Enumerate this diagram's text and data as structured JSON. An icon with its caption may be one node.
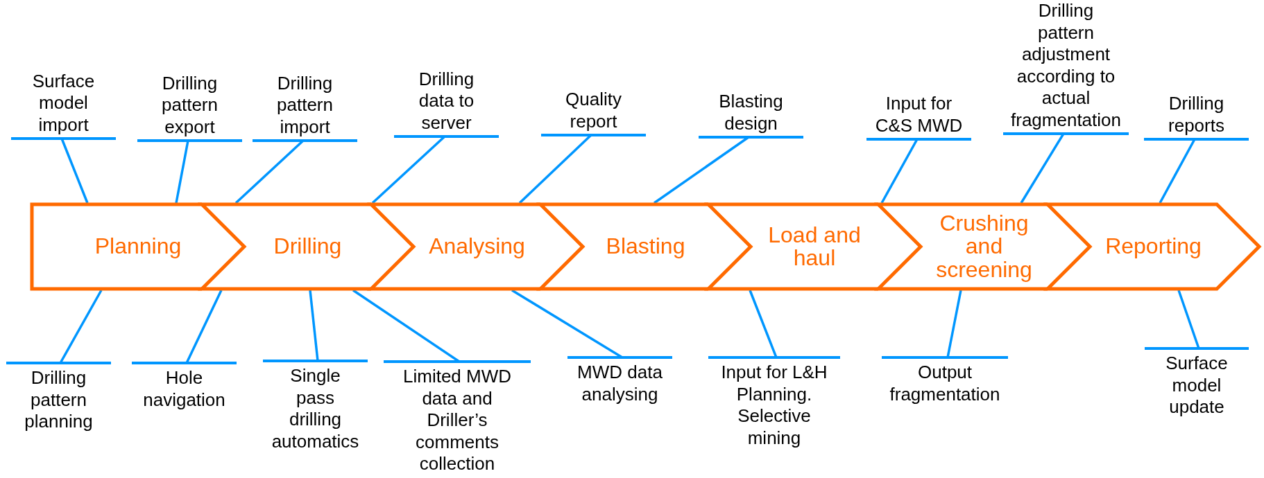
{
  "diagram": {
    "nodes": [
      {
        "text": [
          "Surface model import"
        ]
      },
      {
        "text": [
          "Drilling pattern export"
        ]
      },
      {
        "text": [
          "Drilling pattern import"
        ]
      },
      {
        "text": [
          "Drilling data to server"
        ]
      },
      {
        "text": [
          "Quality report"
        ]
      },
      {
        "text": [
          "Blasting design"
        ]
      },
      {
        "text": [
          "Input for C&S MWD"
        ]
      },
      {
        "text": [
          "Drilling pattern adjustment according to actual fragmentation"
        ]
      },
      {
        "text": [
          "Drilling reports"
        ]
      },
      {
        "text": [
          "Planning"
        ]
      },
      {
        "text": [
          "Drilling"
        ]
      },
      {
        "text": [
          "Analysing"
        ]
      },
      {
        "text": [
          "Blasting"
        ]
      },
      {
        "text": [
          "Load and haul"
        ]
      },
      {
        "text": [
          "Crushing and screening"
        ]
      },
      {
        "text": [
          "Reporting"
        ]
      },
      {
        "text": [
          "Drilling pattern planning"
        ]
      },
      {
        "text": [
          "Hole navigation"
        ]
      },
      {
        "text": [
          "Single pass drilling automatics"
        ]
      },
      {
        "text": [
          "Limited MWD data and Driller’s comments collection"
        ]
      },
      {
        "text": [
          "MWD data analysing"
        ]
      },
      {
        "text": [
          "Input for L&H Planning. Selective mining"
        ]
      },
      {
        "text": [
          "Output fragmentation"
        ]
      },
      {
        "text": [
          "Surface model update"
        ]
      }
    ],
    "edges": [
      {
        "from": 0,
        "to": 9,
        "arrow": "none"
      },
      {
        "from": 1,
        "to": 9,
        "arrow": "none"
      },
      {
        "from": 2,
        "to": 10,
        "arrow": "none"
      },
      {
        "from": 3,
        "to": 11,
        "arrow": "none"
      },
      {
        "from": 4,
        "to": 11,
        "arrow": "none"
      },
      {
        "from": 5,
        "to": 12,
        "arrow": "none"
      },
      {
        "from": 6,
        "to": 14,
        "arrow": "none"
      },
      {
        "from": 7,
        "to": 14,
        "arrow": "none"
      },
      {
        "from": 8,
        "to": 15,
        "arrow": "none"
      },
      {
        "from": 16,
        "to": 9,
        "arrow": "none"
      },
      {
        "from": 17,
        "to": 10,
        "arrow": "none"
      },
      {
        "from": 18,
        "to": 10,
        "arrow": "none"
      },
      {
        "from": 19,
        "to": 10,
        "arrow": "none"
      },
      {
        "from": 20,
        "to": 11,
        "arrow": "none"
      },
      {
        "from": 21,
        "to": 13,
        "arrow": "none"
      },
      {
        "from": 22,
        "to": 14,
        "arrow": "none"
      },
      {
        "from": 23,
        "to": 15,
        "arrow": "none"
      }
    ]
  }
}
